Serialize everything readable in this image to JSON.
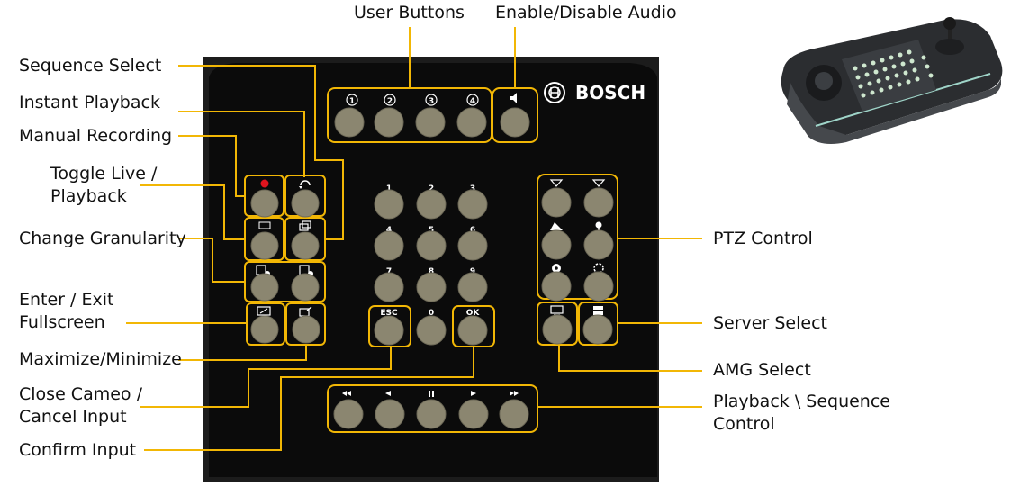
{
  "brand": "BOSCH",
  "labels": {
    "user_buttons": "User Buttons",
    "enable_disable_audio": "Enable/Disable Audio",
    "sequence_select": "Sequence Select",
    "instant_playback": "Instant Playback",
    "manual_recording": "Manual Recording",
    "toggle_live_1": "Toggle Live /",
    "toggle_live_2": "Playback",
    "change_granularity": "Change Granularity",
    "enter_exit_1": "Enter / Exit",
    "enter_exit_2": "Fullscreen",
    "maximize_minimize": "Maximize/Minimize",
    "close_cameo_1": "Close Cameo /",
    "close_cameo_2": "Cancel Input",
    "confirm_input": "Confirm Input",
    "ptz_control": "PTZ Control",
    "server_select": "Server Select",
    "amg_select": "AMG Select",
    "playback_seq_1": "Playback \\ Sequence",
    "playback_seq_2": "Control"
  },
  "keys": {
    "user": [
      "1",
      "2",
      "3",
      "4"
    ],
    "numpad": [
      "1",
      "2",
      "3",
      "4",
      "5",
      "6",
      "7",
      "8",
      "9",
      "ESC",
      "0",
      "OK"
    ]
  },
  "colors": {
    "panel": "#0b0b0b",
    "button": "#8b8670",
    "highlight": "#f2b705",
    "record": "#e0141e"
  }
}
